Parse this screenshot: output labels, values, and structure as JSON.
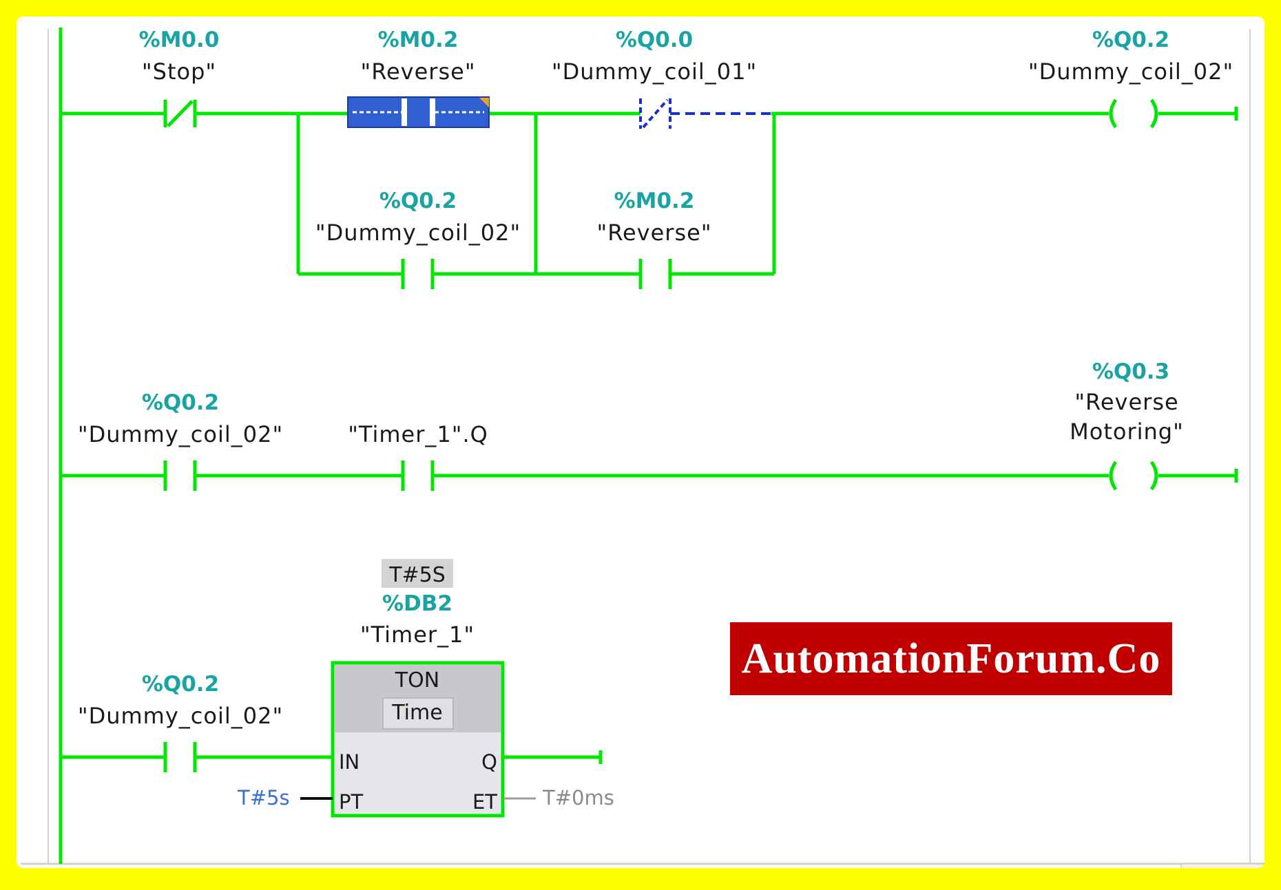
{
  "network1": {
    "stop": {
      "address": "%M0.0",
      "tag": "\"Stop\""
    },
    "reverse_contact": {
      "address": "%M0.2",
      "tag": "\"Reverse\""
    },
    "dummy01_contact": {
      "address": "%Q0.0",
      "tag": "\"Dummy_coil_01\""
    },
    "dummy02_coil": {
      "address": "%Q0.2",
      "tag": "\"Dummy_coil_02\""
    },
    "dummy02_contact": {
      "address": "%Q0.2",
      "tag": "\"Dummy_coil_02\""
    },
    "reverse_contact_2": {
      "address": "%M0.2",
      "tag": "\"Reverse\""
    }
  },
  "network2": {
    "dummy02_contact": {
      "address": "%Q0.2",
      "tag": "\"Dummy_coil_02\""
    },
    "timer_q_contact": {
      "tag": "\"Timer_1\".Q"
    },
    "reverse_motoring_coil": {
      "address": "%Q0.3",
      "tag_line1": "\"Reverse",
      "tag_line2": "Motoring\""
    }
  },
  "network3": {
    "dummy02_contact": {
      "address": "%Q0.2",
      "tag": "\"Dummy_coil_02\""
    },
    "timer": {
      "preset_badge": "T#5S",
      "db_address": "%DB2",
      "instance_name": "\"Timer_1\"",
      "type": "TON",
      "subtype": "Time",
      "pin_in": "IN",
      "pin_pt": "PT",
      "pin_q": "Q",
      "pin_et": "ET",
      "pt_value": "T#5s",
      "et_value": "T#0ms"
    }
  },
  "watermark": "AutomationForum.Co",
  "colors": {
    "border": "#ffff00",
    "wire": "#00e600",
    "address": "#1aa3a3",
    "selected": "#2f5fd0",
    "open_wire": "#1530d8",
    "watermark_bg": "#c00000"
  }
}
